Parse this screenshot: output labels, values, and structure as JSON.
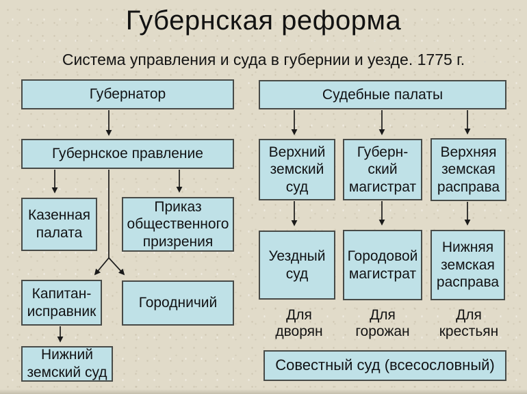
{
  "slide": {
    "title": "Губернская реформа",
    "subtitle": "Система управления и суда в губернии и уезде. 1775 г."
  },
  "colors": {
    "background": "#e1dbc9",
    "box_fill": "#bfe1e7",
    "box_border": "#474a47",
    "text": "#141414",
    "arrow": "#1a1a1a"
  },
  "admin_branch": {
    "governor": "Губернатор",
    "provincial_board": "Губернское правление",
    "treasury_chamber": "Казенная\nпалата",
    "public_charity_order": "Приказ\nобщественного\nпризрения",
    "captain_ispravnik": "Капитан-\nисправник",
    "gorodnichiy": "Городничий",
    "lower_zemsky_court": "Нижний\nземский суд"
  },
  "court_branch": {
    "judicial_chambers": "Судебные палаты",
    "upper_zemsky_court": "Верхний\nземский\nсуд",
    "provincial_magistrate": "Губерн-\nский\nмагистрат",
    "upper_zemskaya_rasprava": "Верхняя\nземская\nрасправа",
    "uyezd_court": "Уездный\nсуд",
    "city_magistrate": "Городовой\nмагистрат",
    "lower_zemskaya_rasprava": "Нижняя\nземская\nрасправа",
    "for_nobles": "Для\nдворян",
    "for_townspeople": "Для\nгорожан",
    "for_peasants": "Для\nкрестьян",
    "conscience_court": "Совестный суд (всесословный)"
  }
}
